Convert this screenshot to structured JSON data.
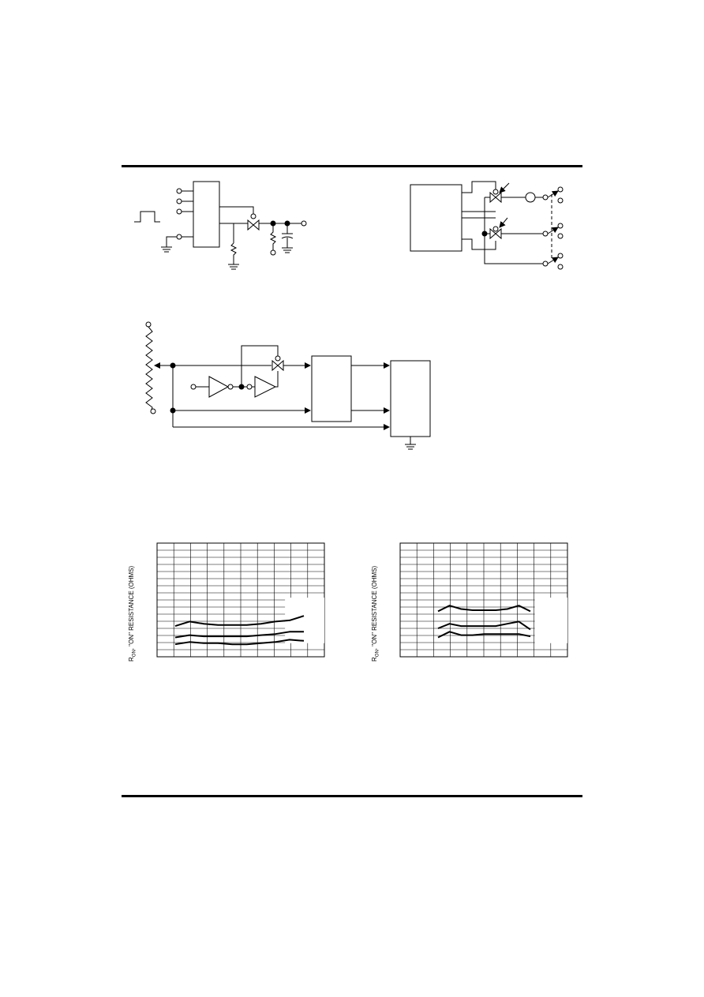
{
  "page": {
    "charts": [
      {
        "id": "ron-chart-left",
        "y_label_symbol": "R",
        "y_label_subscript": "ON",
        "y_label_text": ", \"ON\" RESISTANCE (OHMS)"
      },
      {
        "id": "ron-chart-right",
        "y_label_symbol": "R",
        "y_label_subscript": "ON",
        "y_label_text": ", \"ON\" RESISTANCE (OHMS)"
      }
    ]
  },
  "chart_data": [
    {
      "type": "line",
      "grid": true,
      "columns": 10,
      "rows": 16,
      "series": [
        {
          "values": [
            0.27,
            0.31,
            0.29,
            0.28,
            0.28,
            0.28,
            0.29,
            0.31,
            0.32,
            0.36
          ]
        },
        {
          "values": [
            0.17,
            0.19,
            0.18,
            0.18,
            0.18,
            0.18,
            0.19,
            0.2,
            0.22,
            0.22
          ]
        },
        {
          "values": [
            0.11,
            0.13,
            0.12,
            0.12,
            0.11,
            0.11,
            0.12,
            0.13,
            0.15,
            0.14
          ]
        }
      ]
    },
    {
      "type": "line",
      "grid": true,
      "columns": 10,
      "rows": 16,
      "series": [
        {
          "values": [
            0.4,
            0.45,
            0.42,
            0.41,
            0.41,
            0.41,
            0.42,
            0.45,
            0.4
          ]
        },
        {
          "values": [
            0.25,
            0.29,
            0.27,
            0.27,
            0.27,
            0.27,
            0.29,
            0.31,
            0.24
          ]
        },
        {
          "values": [
            0.17,
            0.22,
            0.19,
            0.19,
            0.2,
            0.2,
            0.2,
            0.2,
            0.18
          ]
        }
      ]
    }
  ]
}
